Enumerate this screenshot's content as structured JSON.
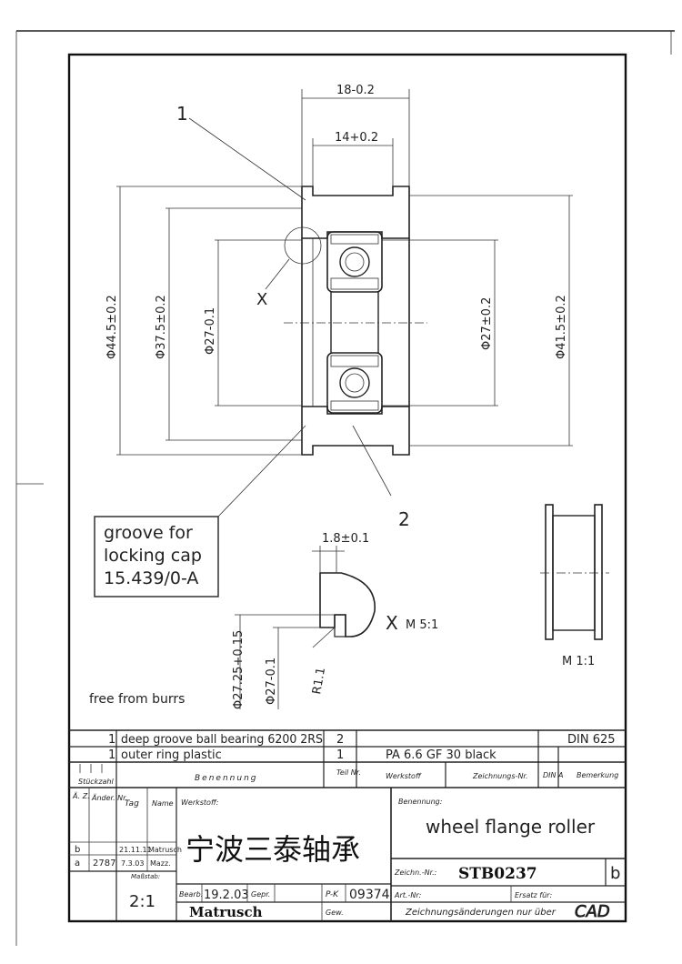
{
  "parts": {
    "callout_1": "1",
    "callout_2": "2",
    "detail_marker": "X"
  },
  "dimensions": {
    "width_outer": "18-0.2",
    "width_inner": "14+0.2",
    "dia_44_5": "Φ44.5±0.2",
    "dia_37_5": "Φ37.5±0.2",
    "dia_27_left": "Φ27-0.1",
    "dia_27_right": "Φ27±0.2",
    "dia_41_5": "Φ41.5±0.2"
  },
  "note_box": {
    "line1": "groove for",
    "line2": "locking cap",
    "line3": "15.439/0-A"
  },
  "detail": {
    "label": "X",
    "scale": "M 5:1",
    "dim_top": "1.8±0.1",
    "dim_a": "Φ27.25+0.15",
    "dim_b": "Φ27-0.1",
    "radius": "R1.1"
  },
  "side_view": {
    "scale": "M 1:1"
  },
  "note_burrs": "free from burrs",
  "bom": [
    {
      "qty": "1",
      "name": "deep groove ball bearing 6200 2RS",
      "pos": "2",
      "material": "",
      "standard": "DIN 625"
    },
    {
      "qty": "1",
      "name": "outer ring plastic",
      "pos": "1",
      "material": "PA 6.6  GF 30  black",
      "standard": ""
    }
  ],
  "bom_headers": {
    "qty": "Stückzahl",
    "name": "Benennung",
    "part": "Teil Nr.",
    "material": "Werkstoff",
    "drawing": "Zeichnungs-Nr.",
    "din": "DIN A",
    "remark": "Bemerkung"
  },
  "revisions": {
    "h_mark": "Ä. Z.",
    "h_change": "Änder. Nr.",
    "h_day": "Tag",
    "h_name": "Name",
    "rows": [
      {
        "mark": "b",
        "change": "",
        "date": "21.11.11",
        "name": "Matrusch"
      },
      {
        "mark": "a",
        "change": "2787",
        "date": "7.3.03",
        "name": "Mazz."
      }
    ]
  },
  "title_block": {
    "werkstoff_label": "Werkstoff:",
    "benennung_label": "Benennung:",
    "company": "宁波三泰轴承",
    "title": "wheel flange roller",
    "scale_label": "Maßstab:",
    "scale": "2:1",
    "bearb_label": "Bearb.",
    "bearb_date": "19.2.03",
    "gepr_label": "Gepr.",
    "drawn_by": "Matrusch",
    "pk_label": "P-K",
    "pk": "09374",
    "gew_label": "Gew.",
    "zeichn_label": "Zeichn.-Nr.:",
    "drawing_no": "STB0237",
    "revision": "b",
    "art_label": "Art.-Nr:",
    "ersatz_label": "Ersatz für:",
    "footer": "Zeichnungsänderungen nur über",
    "cad": "CAD"
  }
}
